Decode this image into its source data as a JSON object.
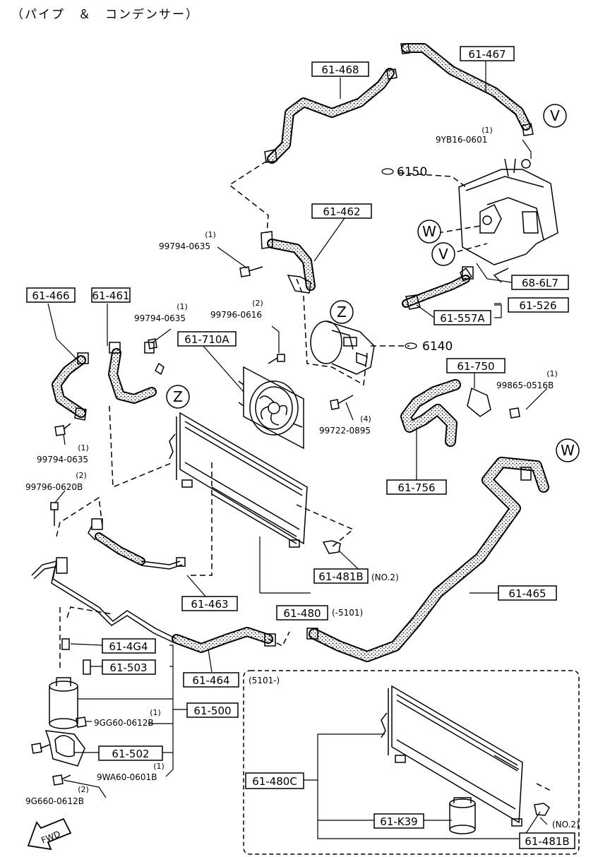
{
  "title": "（パイプ　＆　コンデンサー）",
  "inset_label": "(5101-)",
  "circle_markers": {
    "v": "V",
    "w": "W",
    "z": "Z"
  },
  "fwd_label": "FWD",
  "boxed_parts": {
    "p61_467": "61-467",
    "p61_468": "61-468",
    "p61_462": "61-462",
    "p61_466": "61-466",
    "p61_461": "61-461",
    "p61_710a": "61-710A",
    "p68_6l7": "68-6L7",
    "p61_526": "61-526",
    "p61_557a": "61-557A",
    "p61_750": "61-750",
    "p61_756": "61-756",
    "p61_481b": "61-481B",
    "p61_465": "61-465",
    "p61_463": "61-463",
    "p61_480": "61-480",
    "p61_4g4": "61-4G4",
    "p61_503": "61-503",
    "p61_464": "61-464",
    "p61_500": "61-500",
    "p61_502": "61-502",
    "p61_480c": "61-480C",
    "p61_k39": "61-K39",
    "p61_481b_inset": "61-481B"
  },
  "part_numbers": {
    "n9yb16": "9YB16-0601",
    "n99794_a": "99794-0635",
    "n99794_b": "99794-0635",
    "n99794_c": "99794-0635",
    "n99796_0616": "99796-0616",
    "n99722": "99722-0895",
    "n99865": "99865-0516B",
    "n99796_0620": "99796-0620B",
    "n9gg60": "9GG60-0612B",
    "n9wa60": "9WA60-0601B",
    "n9g660": "9G660-0612B"
  },
  "quantities": {
    "q9yb16": "(1)",
    "q99794_a": "(1)",
    "q99794_b": "(1)",
    "q99794_c": "(1)",
    "q99796_0616": "(2)",
    "q99722": "(4)",
    "q99865": "(1)",
    "q99796_0620": "(2)",
    "q9gg60": "(1)",
    "q9wa60": "(1)",
    "q9g660": "(2)"
  },
  "ref_parts": {
    "r6150": "6150",
    "r6140": "6140"
  },
  "notes": {
    "no2_a": "(NO.2)",
    "no2_b": "(NO.2)",
    "serial": "(-5101)"
  }
}
